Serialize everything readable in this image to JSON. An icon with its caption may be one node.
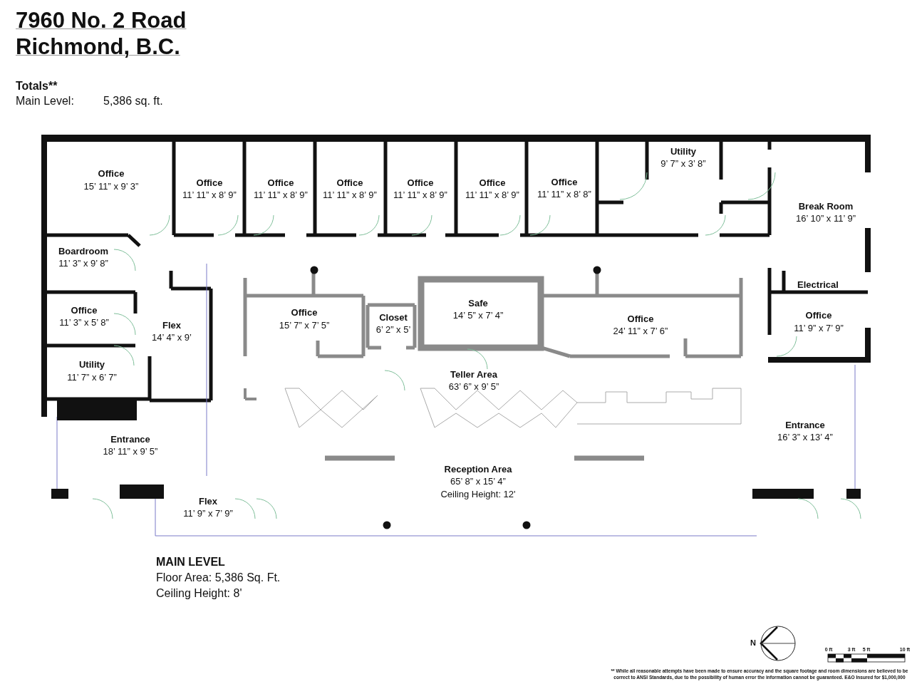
{
  "diagram": {
    "title": "7960 No. 2 Road Richmond, B.C.",
    "labels": [
      "Totals**",
      "Main Level:",
      "5,386 sq. ft.",
      "Office",
      "15’ 11” x 9’ 3”",
      "Office",
      "11’ 11” x 8’ 9”",
      "Office",
      "11’ 11” x 8’ 9”",
      "Office",
      "11’ 11” x 8’ 9”",
      "Office",
      "11’ 11” x 8’ 9”",
      "Office",
      "11’ 11” x 8’ 9”",
      "Office",
      "11’ 11” x 8’ 8”",
      "Utility",
      "9’ 7” x 3’ 8”",
      "Break Room",
      "16’ 10” x 11’ 9”",
      "Boardroom",
      "11’ 3” x 9’ 8”",
      "Safe",
      "14’ 5” x 7’ 4”",
      "Electrical",
      "Office",
      "15’ 7” x 7’ 5”",
      "Closet",
      "6’ 2” x 5’",
      "Office",
      "24’ 11” x 7’ 6”",
      "Office",
      "11’ 3” x 5’ 8”",
      "Office",
      "11’ 9” x 7’ 9”",
      "Flex",
      "14’ 4” x 9’",
      "Utility",
      "11’ 7” x 6’ 7”",
      "Teller Area",
      "63’ 6” x 9’ 5”",
      "Entrance",
      "18’ 11” x 9’ 5”",
      "Entrance",
      "16’ 3” x 13’ 4”",
      "Reception Area",
      "65’ 8” x 15’ 4”",
      "Ceiling Height: 12'",
      "Flex",
      "11’ 9” x 7’ 9”",
      "MAIN LEVEL",
      "Floor Area: 5,386 Sq. Ft.",
      "Ceiling Height: 8'",
      "N",
      "0 ft",
      "3 ft",
      "5 ft",
      "10 ft",
      "** While all reasonable attempts have been made to ensure accuracy and the square footage and room dimensions are believed to be correct to ANSI Standards, due to the possibility of human error the information cannot be guaranteed. E&O Insured for $1,000,000"
    ]
  }
}
